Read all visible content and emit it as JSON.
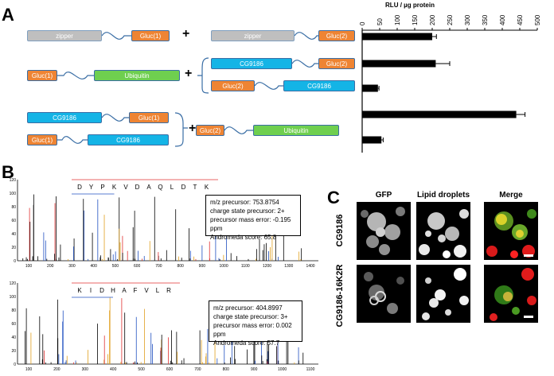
{
  "panels": {
    "a": "A",
    "b": "B",
    "c": "C"
  },
  "constructs": {
    "zipper": "zipper",
    "gluc1": "Gluc(1)",
    "gluc2": "Gluc(2)",
    "ubiquitin": "Ubiquitin",
    "cg9186": "CG9186",
    "plus": "+"
  },
  "chart_data": {
    "type": "bar",
    "orientation": "horizontal",
    "xlabel": "RLU / µg protein",
    "xlim": [
      0,
      500
    ],
    "xticks": [
      0,
      50,
      100,
      150,
      200,
      250,
      300,
      350,
      400,
      450,
      500
    ],
    "values": [
      200,
      210,
      45,
      440,
      55
    ],
    "errors": [
      12,
      40,
      3,
      25,
      5
    ],
    "bar_color": "#000000"
  },
  "spectra": [
    {
      "sequence": [
        "D",
        "Y",
        "P",
        "K",
        "V",
        "D",
        "A",
        "Q",
        "L",
        "D",
        "T",
        "K"
      ],
      "info": [
        "m/z precursor: 753.8754",
        "charge state precursor: 2+",
        "precursor mass error: -0.195 ppm",
        "Andromeda score: 65.8"
      ],
      "xticks": [
        "100",
        "200",
        "300",
        "400",
        "500",
        "600",
        "700",
        "800",
        "900",
        "1000",
        "1100",
        "1200",
        "1300",
        "1400"
      ],
      "yticks": [
        "0",
        "20",
        "40",
        "60",
        "80",
        "100",
        "120"
      ]
    },
    {
      "sequence": [
        "K",
        "I",
        "D",
        "H",
        "A",
        "F",
        "V",
        "L",
        "R"
      ],
      "info": [
        "m/z precursor: 404.8997",
        "charge state precursor: 3+",
        "precursor mass error: 0.002 ppm",
        "Andromeda score: 57.7"
      ],
      "xticks": [
        "100",
        "200",
        "300",
        "400",
        "500",
        "600",
        "700",
        "800",
        "900",
        "1000",
        "1100"
      ],
      "yticks": [
        "0",
        "20",
        "40",
        "60",
        "80",
        "100",
        "120"
      ]
    }
  ],
  "microscopy": {
    "columns": [
      "GFP",
      "Lipid droplets",
      "Merge"
    ],
    "rows": [
      "CG9186",
      "CG9186-16K2R"
    ]
  }
}
